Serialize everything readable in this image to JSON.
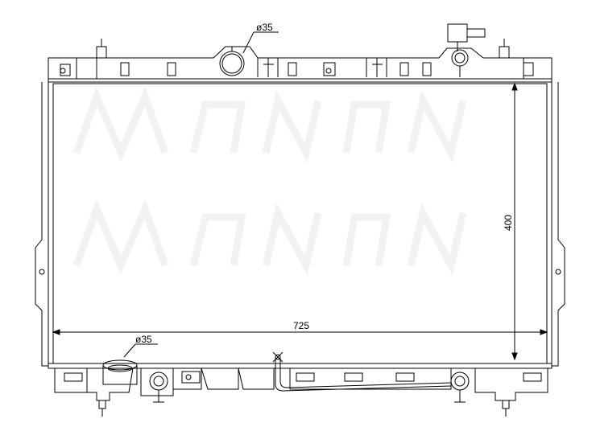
{
  "drawing": {
    "dimensions": {
      "width_label": "725",
      "height_label": "400",
      "top_pipe_label": "ø35",
      "bottom_pipe_label": "ø35"
    },
    "colors": {
      "line": "#000000",
      "background": "#ffffff",
      "watermark": "#f0f0f0"
    }
  }
}
